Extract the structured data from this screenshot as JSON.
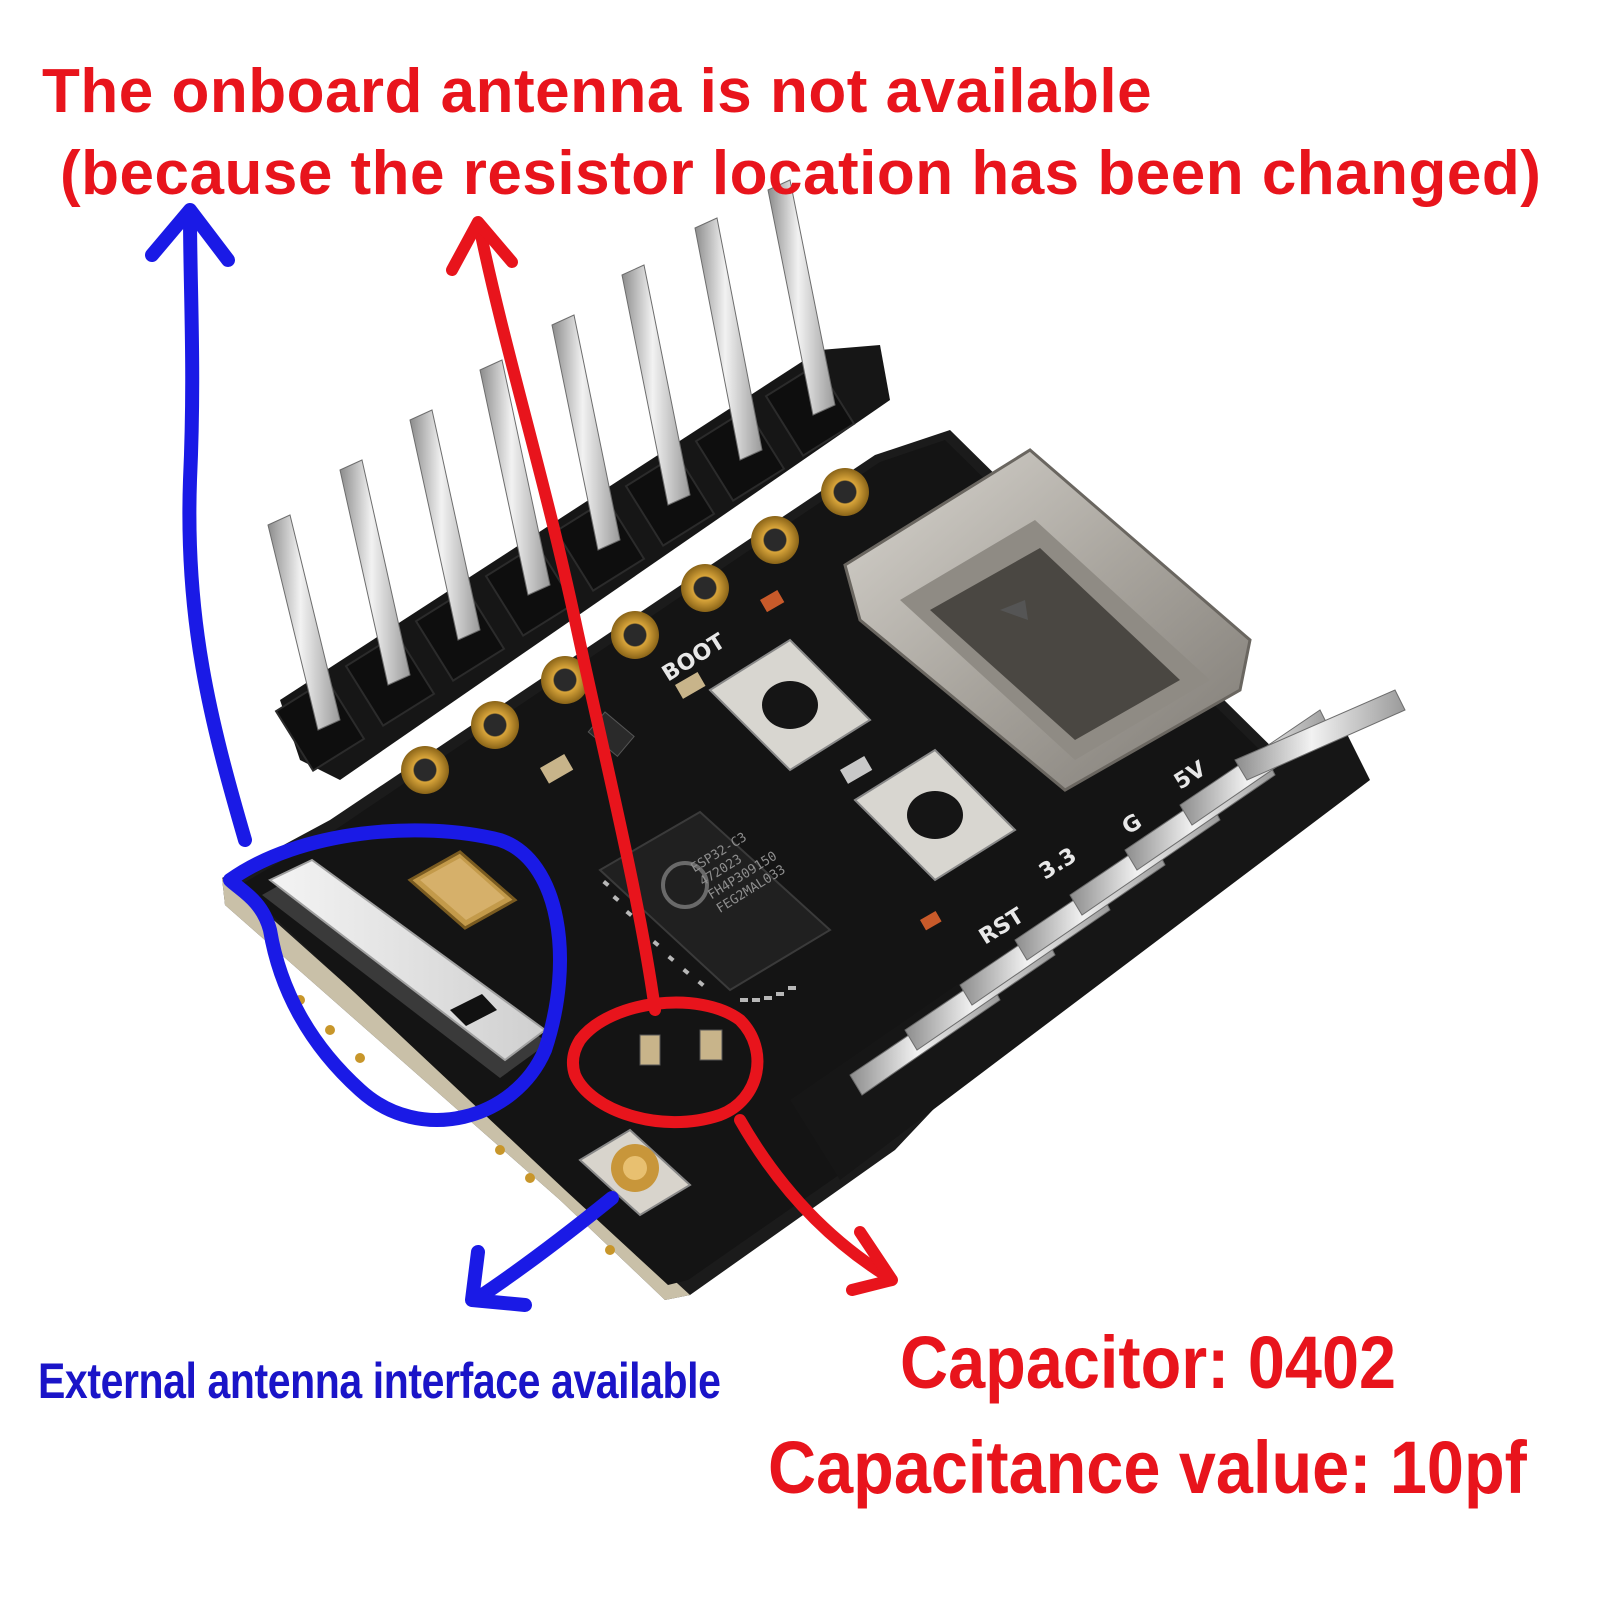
{
  "annotations": {
    "top_line_1": "The onboard antenna is not available",
    "top_line_2": "(because the resistor location has been changed)",
    "external_antenna": "External antenna interface available",
    "capacitor_package": "Capacitor: 0402",
    "capacitance_value": "Capacitance value: 10pf"
  },
  "board_markings": {
    "chip_line_1": "ESP32-C3",
    "chip_line_2": "472023",
    "chip_line_3": "FH4P309150",
    "chip_line_4": "FEG2MAL033",
    "silk_boot": "BOOT",
    "silk_rst": "RST",
    "silk_3v3": "3.3",
    "silk_gnd": "G",
    "silk_5v": "5V"
  },
  "colors": {
    "red_annotation": "#e8141c",
    "blue_annotation": "#1a1ae6",
    "blue_text": "#1a14c8",
    "pcb": "#141414",
    "gold_pad": "#c8962a",
    "usb_metal": "#b7b4ae"
  }
}
